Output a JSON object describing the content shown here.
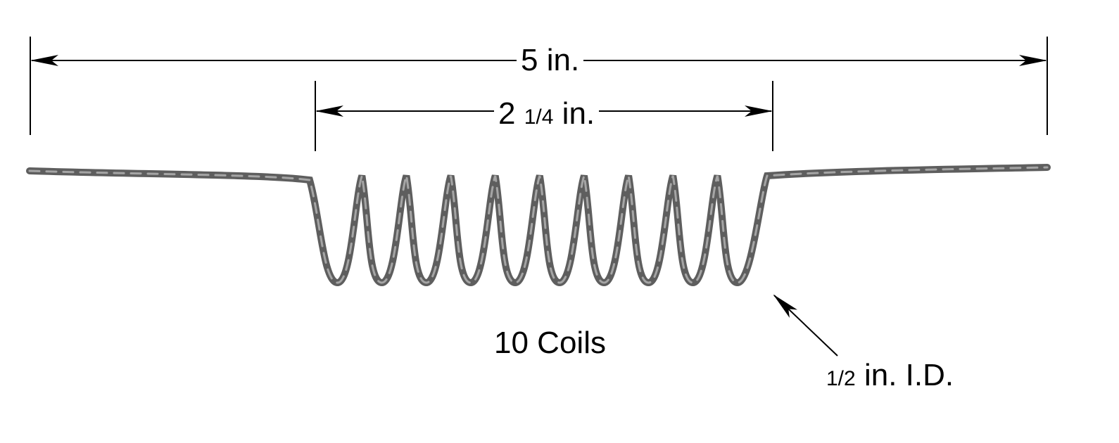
{
  "dimensions": {
    "overall_length": "5 in.",
    "coil_length_whole": "2",
    "coil_length_fraction": "1/4",
    "coil_length_unit": "in.",
    "inner_diameter_fraction": "1/2",
    "inner_diameter_unit": "in. I.D."
  },
  "coil_label": "10 Coils",
  "coil_count": 10,
  "colors": {
    "wire": "#5e5e5e",
    "wire_highlight": "#a5a5a5",
    "line": "#000000"
  }
}
